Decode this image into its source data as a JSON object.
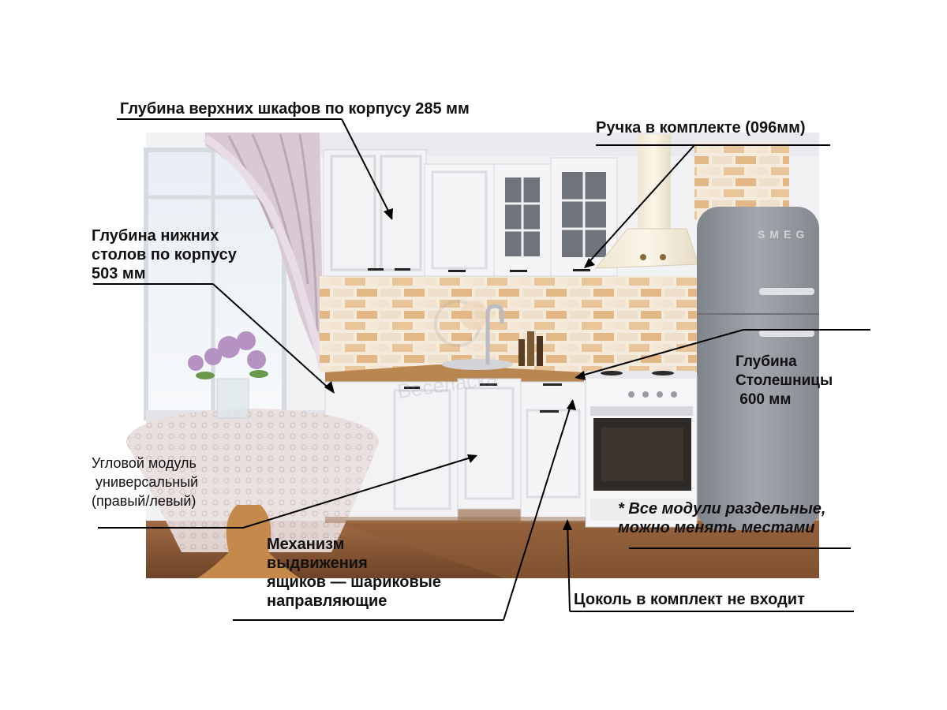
{
  "annotations": {
    "upper_depth": "Глубина верхних шкафов по корпусу 285 мм",
    "handle": "Ручка в комплекте (096мм)",
    "lower_depth": [
      "Глубина нижних",
      "столов по корпусу",
      "503 мм"
    ],
    "countertop_depth": [
      "Глубина",
      "Столешницы",
      " 600 мм"
    ],
    "corner_module": [
      "Угловой модуль",
      " универсальный",
      "(правый/левый)"
    ],
    "modules_note": [
      "* Все модули раздельные,",
      "можно менять местами"
    ],
    "drawer_mechanism": [
      "Механизм",
      "выдвижения",
      "ящиков — шариковые",
      "направляющие"
    ],
    "plinth": "Цоколь в комплект не входит"
  },
  "appliance_brand": "SMEG",
  "watermark": "Веселаска",
  "colors": {
    "cabinet_white": "#f4f4f6",
    "wall_tile_light": "#f4e8d8",
    "wall_tile_orange": "#e2b482",
    "countertop": "#b98650",
    "floor": "#8a5a38",
    "fridge": "#8e9299",
    "line": "#000000"
  }
}
